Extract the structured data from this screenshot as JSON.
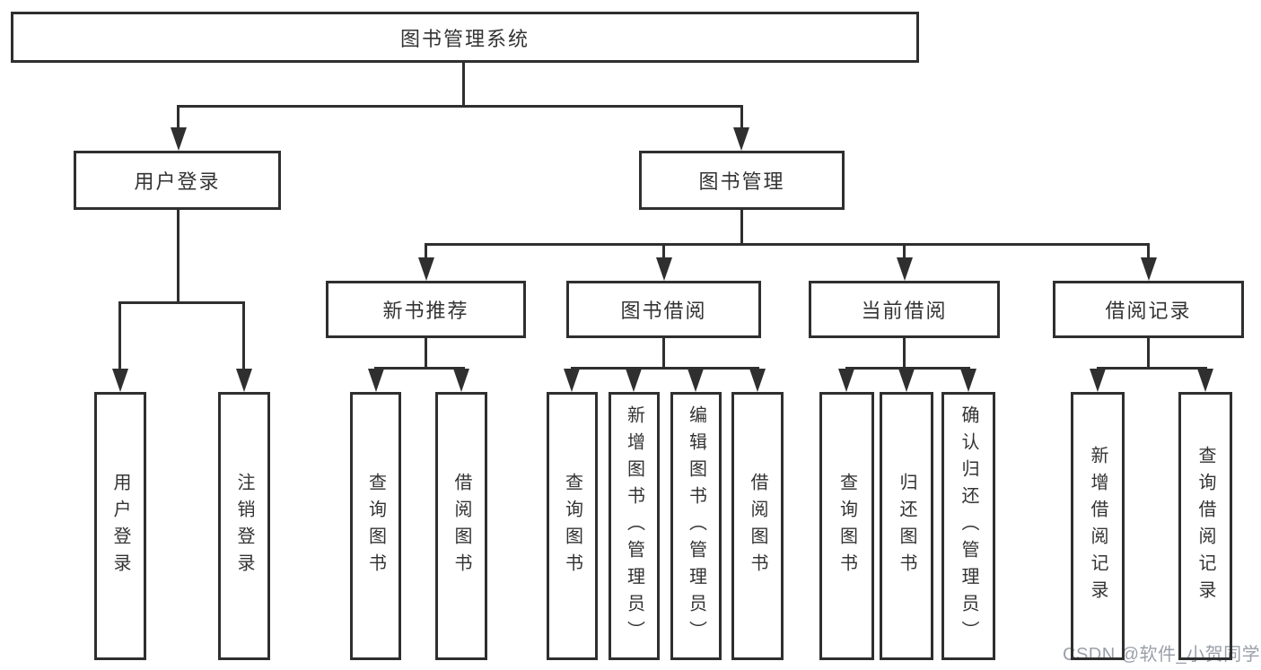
{
  "diagram": {
    "root": {
      "label": "图书管理系统"
    },
    "branches": [
      {
        "label": "用户登录",
        "children": [
          {
            "label": "用户登录"
          },
          {
            "label": "注销登录"
          }
        ]
      },
      {
        "label": "图书管理",
        "children": [
          {
            "label": "新书推荐",
            "children": [
              {
                "label": "查询图书"
              },
              {
                "label": "借阅图书"
              }
            ]
          },
          {
            "label": "图书借阅",
            "children": [
              {
                "label": "查询图书"
              },
              {
                "label": "新增图书（管理员）"
              },
              {
                "label": "编辑图书（管理员）"
              },
              {
                "label": "借阅图书"
              }
            ]
          },
          {
            "label": "当前借阅",
            "children": [
              {
                "label": "查询图书"
              },
              {
                "label": "归还图书"
              },
              {
                "label": "确认归还（管理员）"
              }
            ]
          },
          {
            "label": "借阅记录",
            "children": [
              {
                "label": "新增借阅记录"
              },
              {
                "label": "查询借阅记录"
              }
            ]
          }
        ]
      }
    ]
  },
  "watermark": {
    "text": "CSDN @软件_小贺同学"
  },
  "colors": {
    "line": "#2f2f2f",
    "text": "#333333",
    "background": "#ffffff",
    "watermark": "#9aa0aa"
  }
}
